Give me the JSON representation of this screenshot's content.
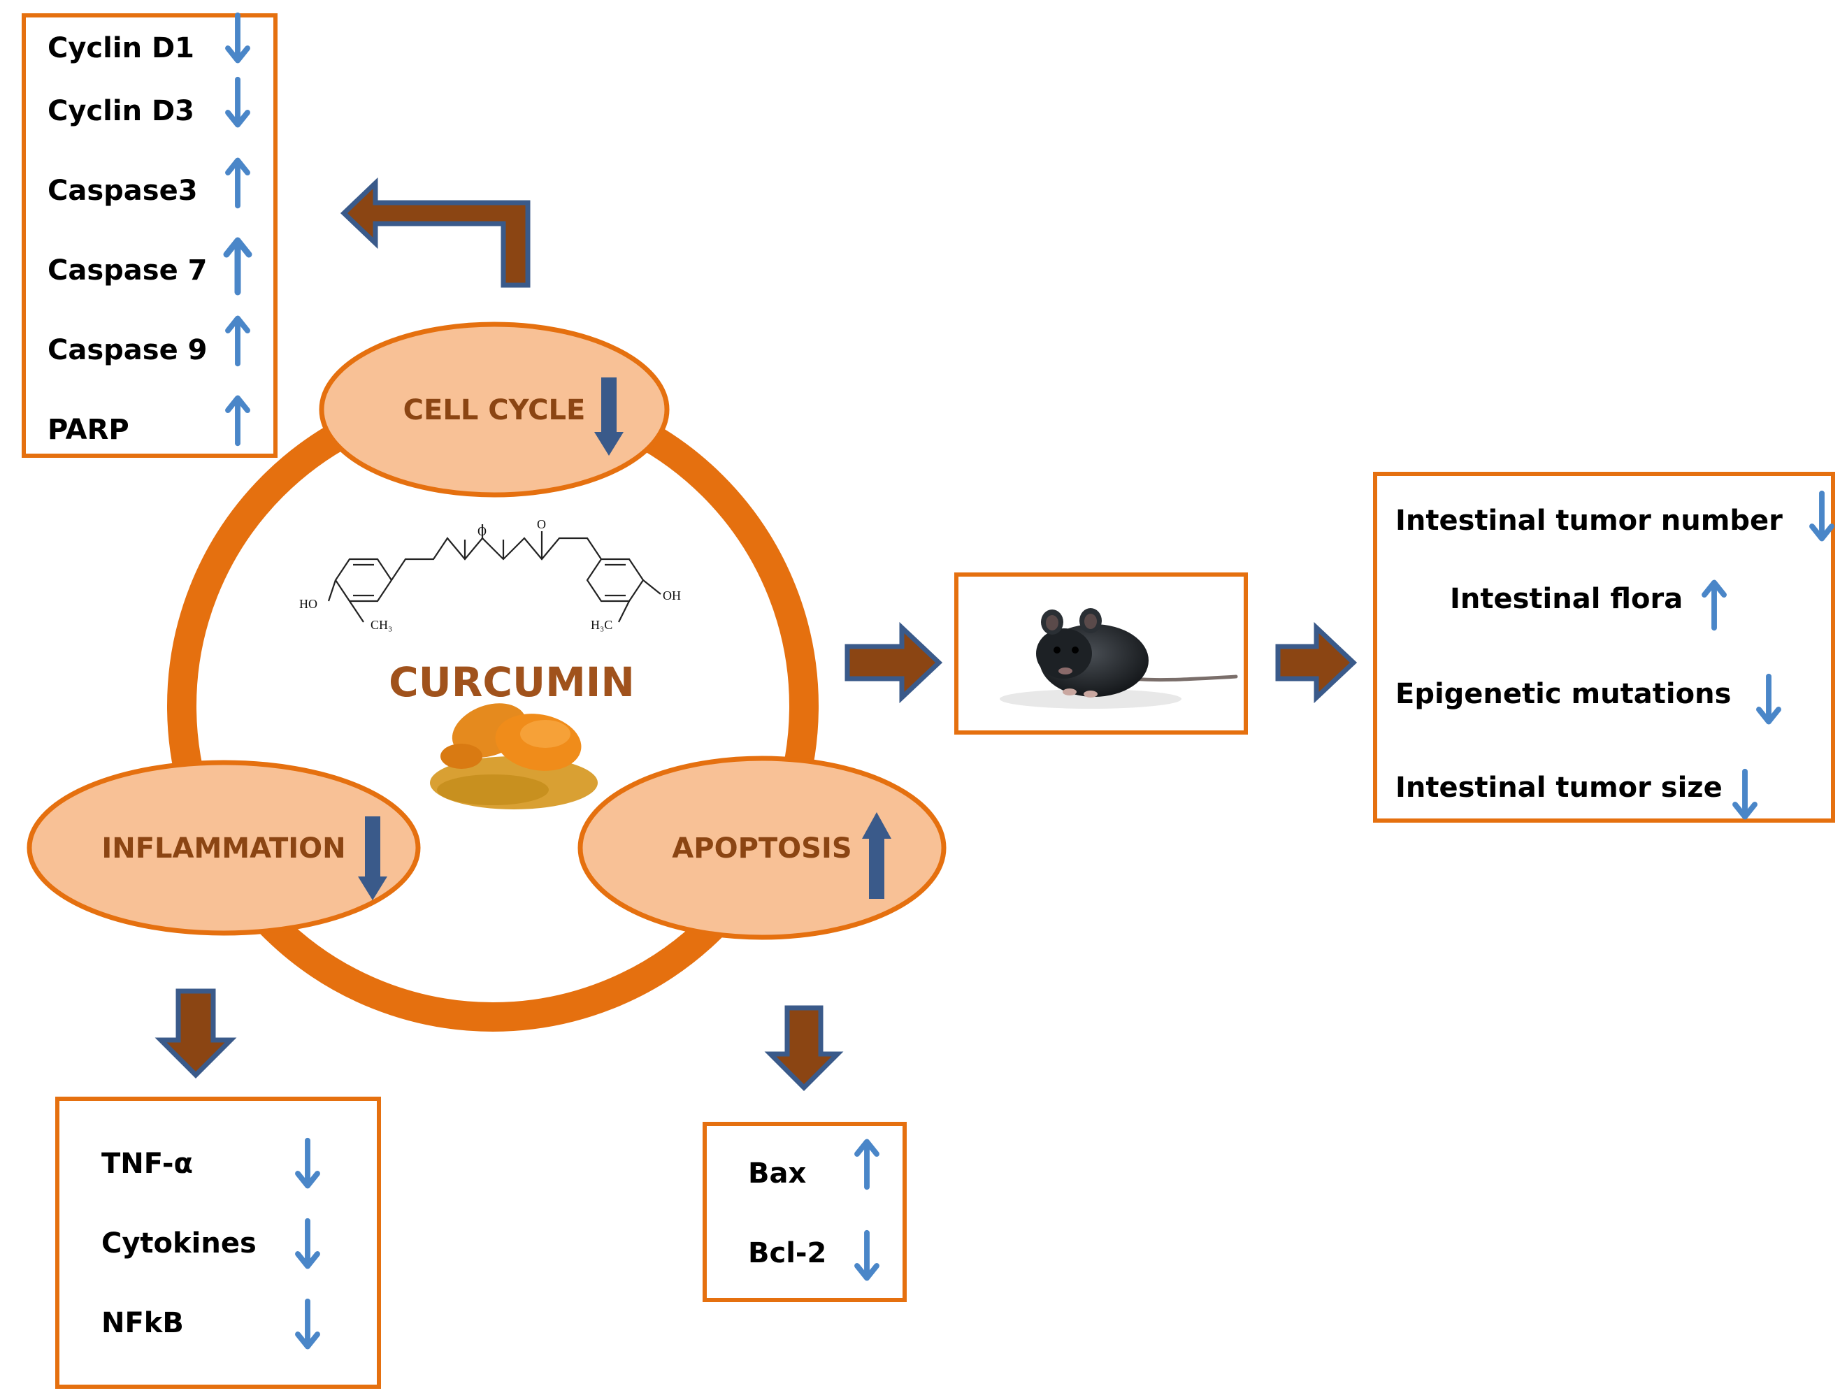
{
  "colors": {
    "orange": "#E5700F",
    "oval_fill": "#F8C196",
    "brown_arrow": "#8B4513",
    "navy_outline": "#3A5A8A",
    "blue_arrow": "#4A86C8",
    "label_brown": "#8B4513",
    "title_brown": "#A0521C"
  },
  "center": {
    "title": "CURCUMIN",
    "structure_labels": [
      "HO",
      "OH",
      "O",
      "O",
      "CH₃",
      "H₃C"
    ]
  },
  "ovals": {
    "cell_cycle": {
      "label": "CELL CYCLE",
      "direction": "down"
    },
    "inflammation": {
      "label": "INFLAMMATION",
      "direction": "down"
    },
    "apoptosis": {
      "label": "APOPTOSIS",
      "direction": "up"
    }
  },
  "boxes": {
    "cell_cycle_markers": {
      "items": [
        {
          "label": "Cyclin D1",
          "direction": "down"
        },
        {
          "label": "Cyclin D3",
          "direction": "down"
        },
        {
          "label": "Caspase3",
          "direction": "up"
        },
        {
          "label": "Caspase 7",
          "direction": "up"
        },
        {
          "label": "Caspase 9",
          "direction": "up"
        },
        {
          "label": "PARP",
          "direction": "up"
        }
      ]
    },
    "inflammation_markers": {
      "items": [
        {
          "label": "TNF-α",
          "direction": "down"
        },
        {
          "label": "Cytokines",
          "direction": "down"
        },
        {
          "label": "NFkB",
          "direction": "down"
        }
      ]
    },
    "apoptosis_markers": {
      "items": [
        {
          "label": "Bax",
          "direction": "up"
        },
        {
          "label": "Bcl-2",
          "direction": "down"
        }
      ]
    },
    "outcomes": {
      "items": [
        {
          "label": "Intestinal tumor number",
          "direction": "down"
        },
        {
          "label": "Intestinal flora",
          "direction": "up"
        },
        {
          "label": "Epigenetic mutations",
          "direction": "down"
        },
        {
          "label": "Intestinal tumor size",
          "direction": "down"
        }
      ]
    }
  },
  "images": {
    "mouse": "mouse-photo",
    "turmeric": "turmeric-photo"
  }
}
